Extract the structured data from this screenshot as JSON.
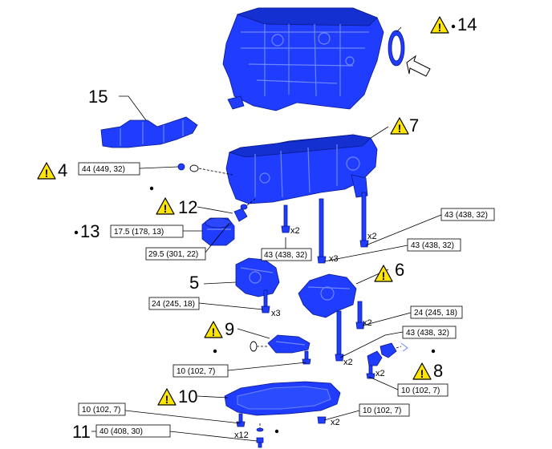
{
  "callouts": {
    "n4": "4",
    "n5": "5",
    "n6": "6",
    "n7": "7",
    "n8": "8",
    "n9": "9",
    "n10": "10",
    "n11": "11",
    "n12": "12",
    "n13": "13",
    "n14": "14",
    "n15": "15"
  },
  "torques": {
    "t_44": "44 (449, 32)",
    "t_17": "17.5 (178, 13)",
    "t_29": "29.5 (301, 22)",
    "t_43a": "43 (438, 32)",
    "t_43b": "43 (438, 32)",
    "t_43c": "43 (438, 32)",
    "t_43d": "43 (438, 32)",
    "t_24a": "24 (245, 18)",
    "t_24b": "24 (245, 18)",
    "t_10a": "10 (102, 7)",
    "t_10b": "10 (102, 7)",
    "t_10c": "10 (102, 7)",
    "t_10d": "10 (102, 7)",
    "t_40": "40 (408, 30)"
  },
  "counts": {
    "c_x2_a": "x2",
    "c_x2_b": "x2",
    "c_x3_a": "x3",
    "c_x3_b": "x3",
    "c_x2_c": "x2",
    "c_x2_d": "x2",
    "c_x2_e": "x2",
    "c_x2_f": "x2",
    "c_x12": "x12"
  },
  "warning_symbol": "!",
  "colors": {
    "part": "#1f3cff",
    "part_outline": "#0a1a8a",
    "warning": "#ffe600",
    "line": "#000000"
  },
  "icons": [
    "warning-icon",
    "bullet-dot-icon",
    "direction-arrow-icon"
  ]
}
